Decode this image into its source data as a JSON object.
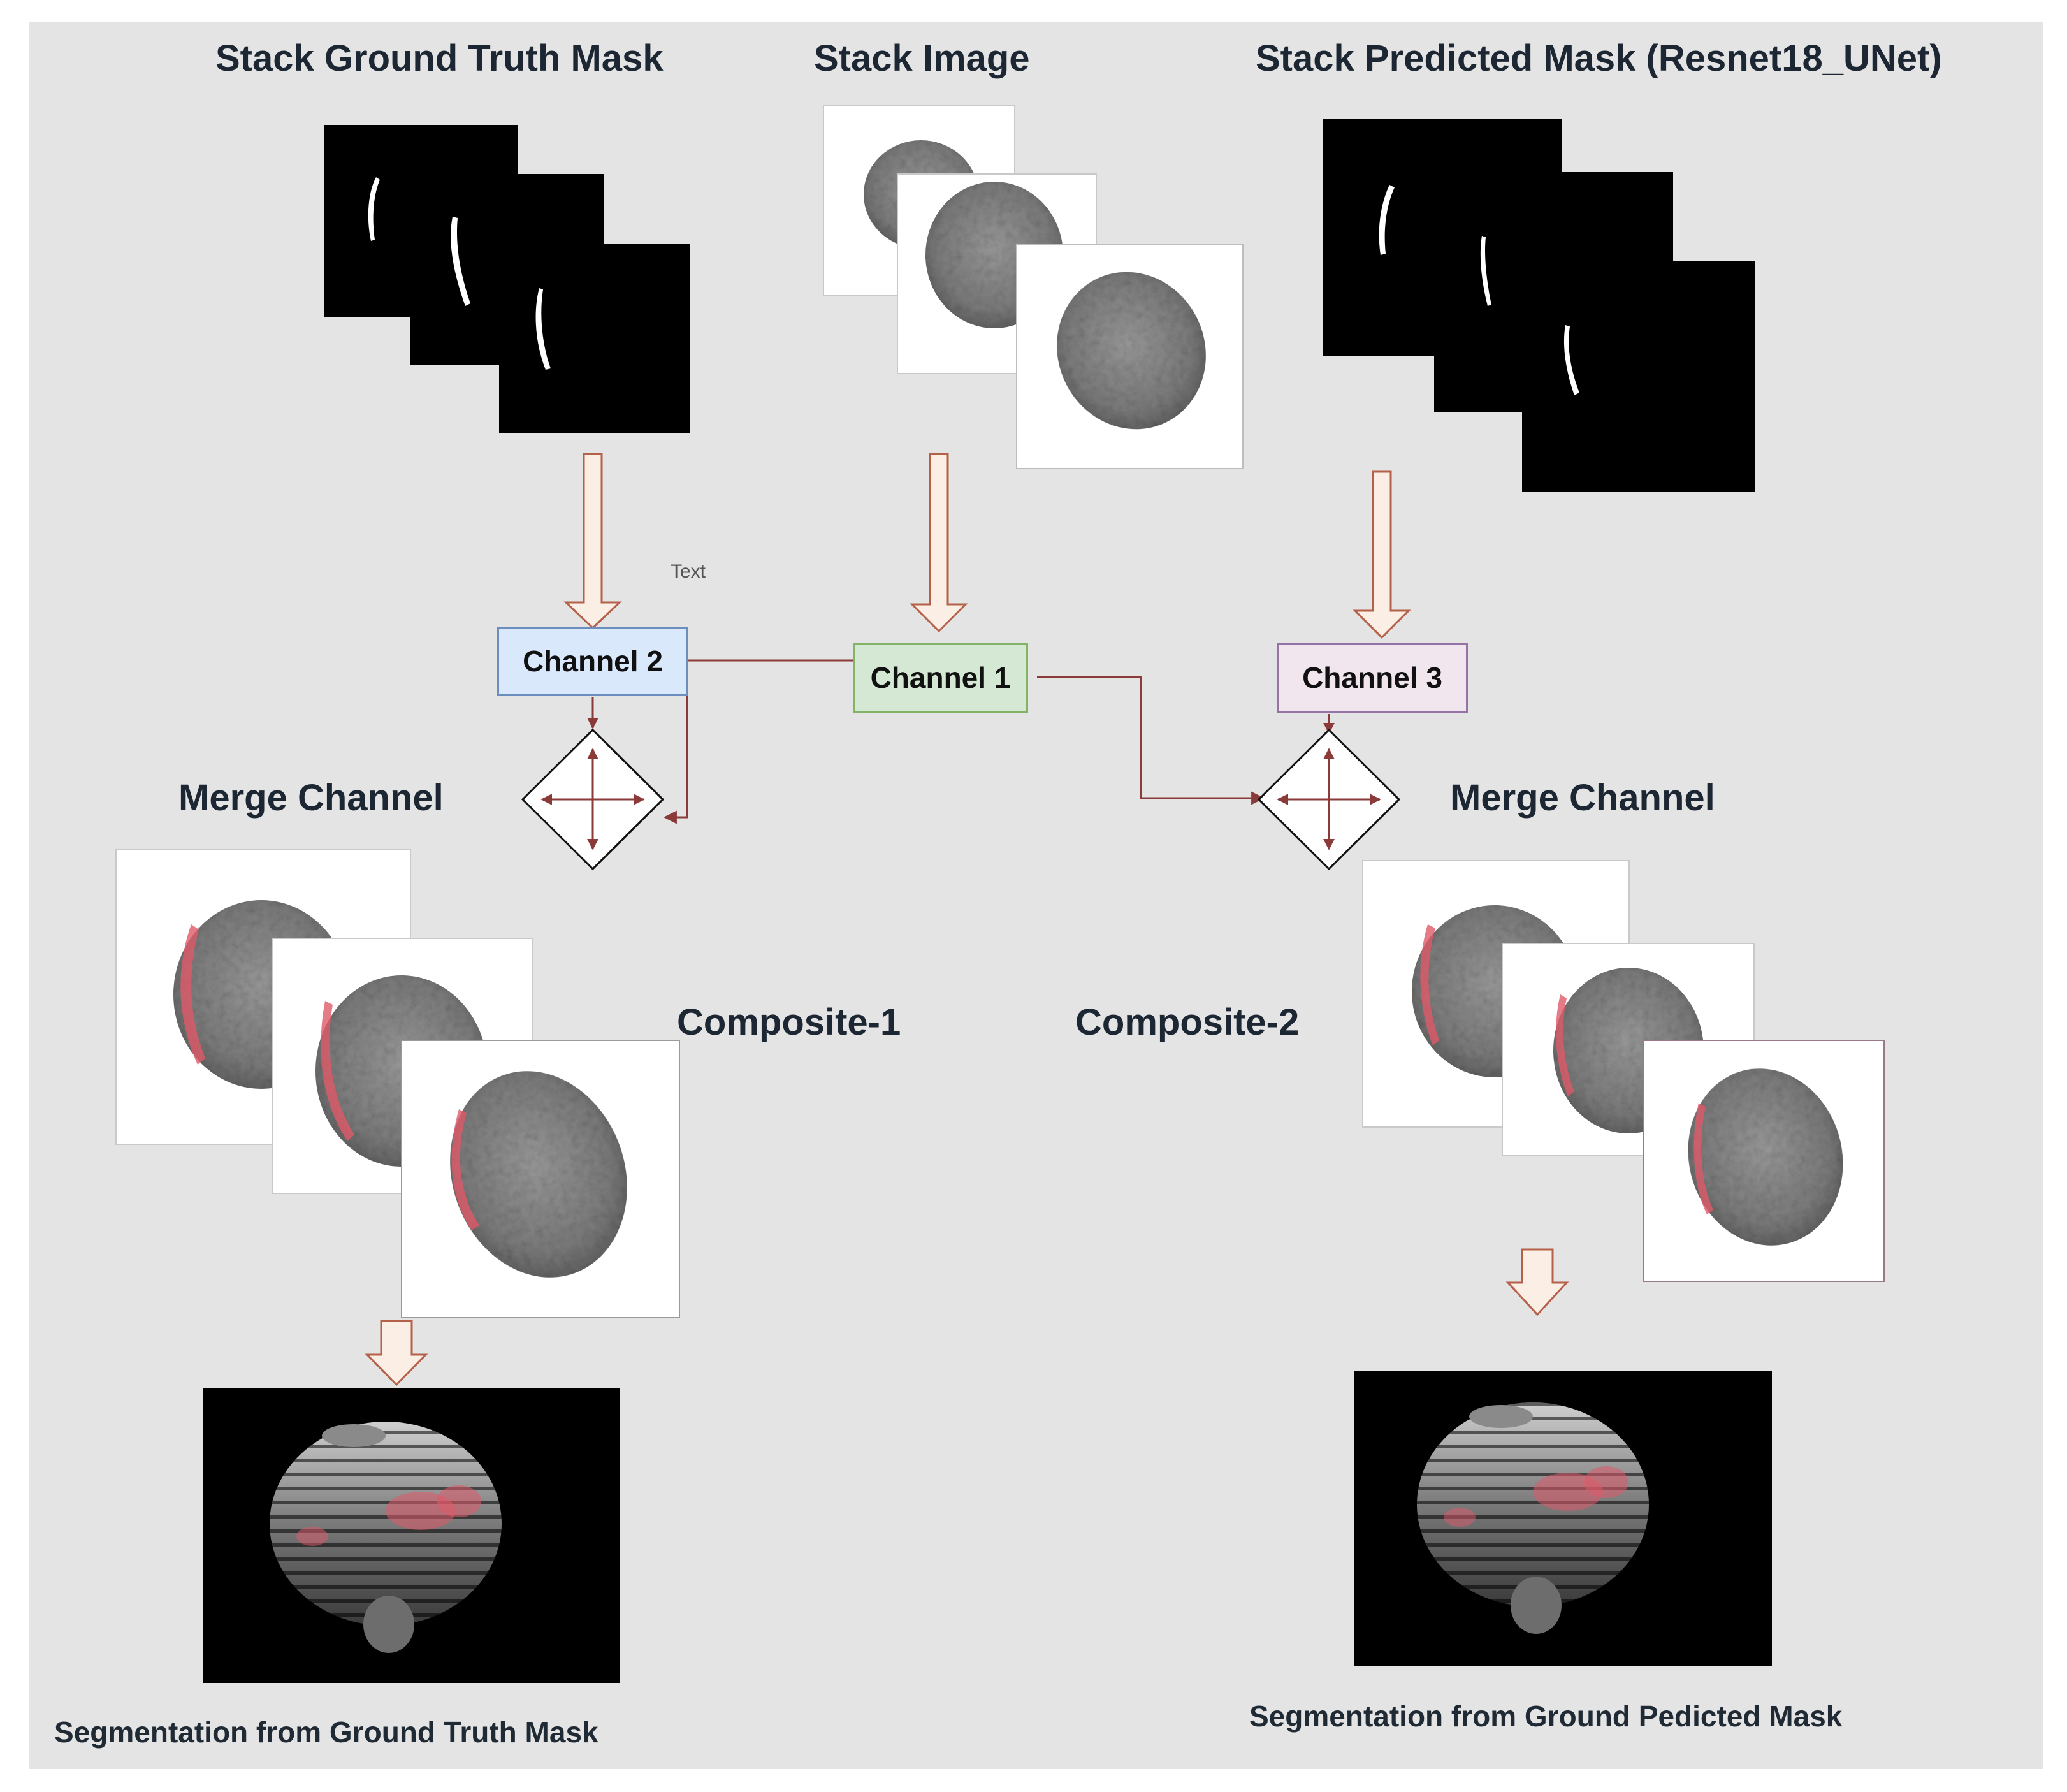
{
  "labels": {
    "stack_gt_title": "Stack  Ground Truth Mask",
    "stack_image_title": "Stack Image",
    "stack_pred_title": "Stack Predicted Mask (Resnet18_UNet)",
    "text_placeholder": "Text",
    "channel_1": "Channel 1",
    "channel_2": "Channel 2",
    "channel_3": "Channel 3",
    "merge_left": "Merge Channel",
    "merge_right": "Merge Channel",
    "composite_1": "Composite-1",
    "composite_2": "Composite-2",
    "caption_left": "Segmentation from Ground Truth Mask",
    "caption_right": "Segmentation from Ground Pedicted Mask"
  },
  "colors": {
    "background": "#e4e4e4",
    "channel_1_fill": "#d5e8d4",
    "channel_1_border": "#82b366",
    "channel_2_fill": "#dae8fc",
    "channel_2_border": "#6c8ebf",
    "channel_3_fill": "#f2e6ee",
    "channel_3_border": "#9673a6",
    "connector": "#8b3a3a",
    "block_arrow_fill": "#fbeee4",
    "block_arrow_stroke": "#b5614a",
    "mask_overlay": "#e05a6a"
  }
}
